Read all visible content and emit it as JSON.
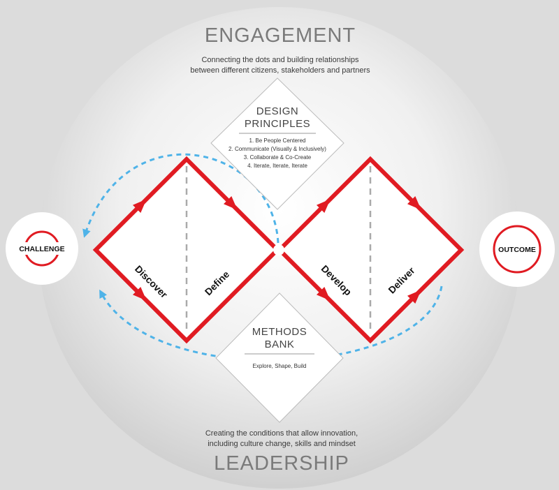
{
  "engagement": {
    "title": "ENGAGEMENT",
    "lines": [
      "Connecting the dots and building relationships",
      "between different citizens, stakeholders and partners"
    ]
  },
  "design_principles": {
    "heading": [
      "DESIGN",
      "PRINCIPLES"
    ],
    "items": [
      "1. Be People Centered",
      "2. Communicate (Visually & Inclusively)",
      "3. Collaborate & Co-Create",
      "4. Iterate, Iterate, Iterate"
    ]
  },
  "methods_bank": {
    "heading": [
      "METHODS",
      "BANK"
    ],
    "text": "Explore, Shape, Build"
  },
  "phases": {
    "discover": "Discover",
    "define": "Define",
    "develop": "Develop",
    "deliver": "Deliver"
  },
  "challenge": "CHALLENGE",
  "outcome": "OUTCOME",
  "leadership": {
    "title": "LEADERSHIP",
    "lines": [
      "Creating the conditions that allow innovation,",
      "including culture change, skills and mindset"
    ]
  },
  "colors": {
    "red": "#e01b22",
    "dashed_blue": "#4fb3e8",
    "grey_divider": "#aaaaaa"
  }
}
